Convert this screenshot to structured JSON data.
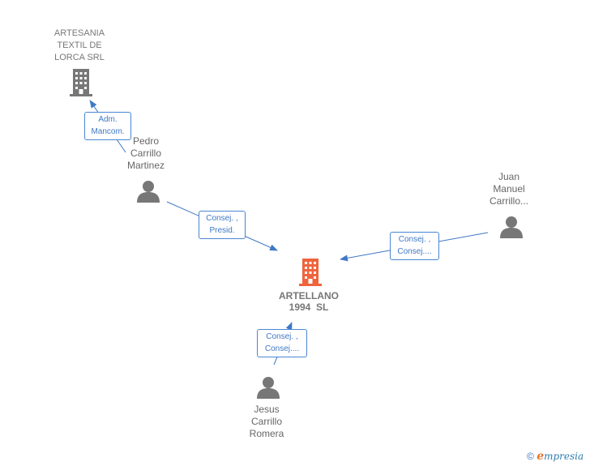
{
  "nodes": {
    "main_company": {
      "lines": [
        "ARTELLANO",
        "1994  SL"
      ],
      "icon": "building-icon",
      "color": "#f0643c"
    },
    "company_artesania": {
      "lines": [
        "ARTESANIA",
        "TEXTIL DE",
        "LORCA SRL"
      ],
      "icon": "building-icon",
      "color": "#777777"
    },
    "person_pedro": {
      "lines": [
        "Pedro",
        "Carrillo",
        "Martinez"
      ],
      "icon": "person-icon",
      "color": "#777777"
    },
    "person_juan": {
      "lines": [
        "Juan",
        "Manuel",
        "Carrillo..."
      ],
      "icon": "person-icon",
      "color": "#777777"
    },
    "person_jesus": {
      "lines": [
        "Jesus",
        "Carrillo",
        "Romera"
      ],
      "icon": "person-icon",
      "color": "#777777"
    }
  },
  "roles": {
    "pedro_artesania": [
      "Adm.",
      "Mancom."
    ],
    "pedro_main": [
      "Consej. ,",
      "Presid."
    ],
    "juan_main": [
      "Consej. ,",
      "Consej...."
    ],
    "jesus_main": [
      "Consej. ,",
      "Consej...."
    ]
  },
  "footer": {
    "copyright": "©",
    "brand_initial": "e",
    "brand_rest": "mpresia"
  },
  "colors": {
    "edge": "#3f78c6",
    "label_border": "#4a86d4"
  }
}
